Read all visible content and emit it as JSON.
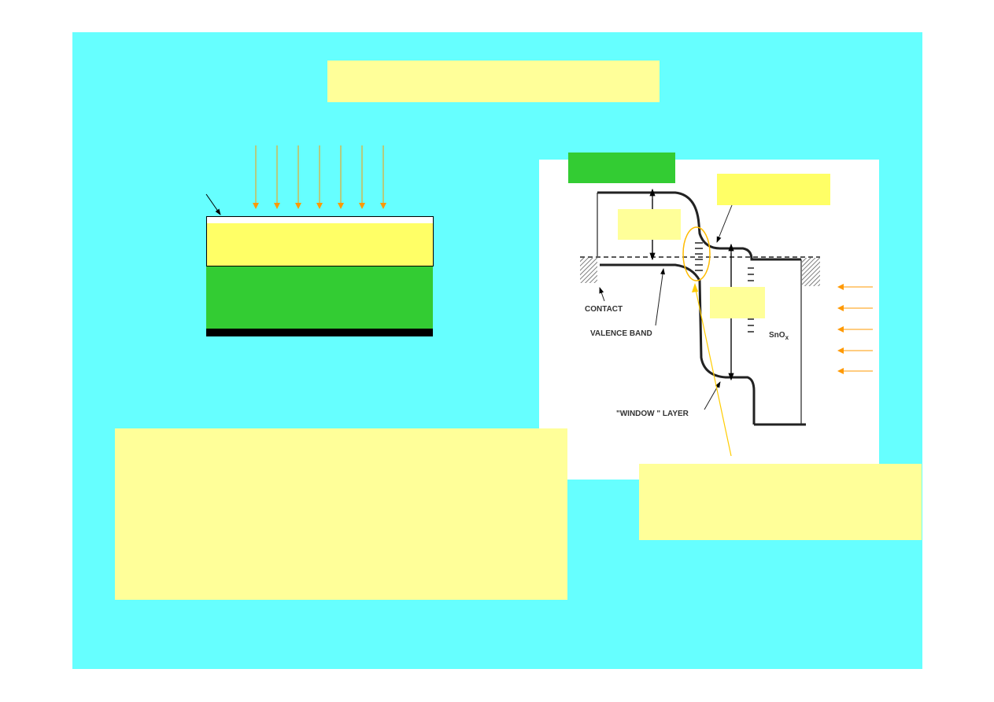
{
  "labels": {
    "contact": "CONTACT",
    "valence_band": "VALENCE BAND",
    "snox_base": "SnO",
    "snox_sub": "x",
    "window_layer": "\"WINDOW \"  LAYER"
  },
  "colors": {
    "background": "#66ffff",
    "text_box": "#ffff99",
    "bright_yellow": "#ffff66",
    "green": "#33cc33",
    "arrow_orange": "#ff9900"
  }
}
